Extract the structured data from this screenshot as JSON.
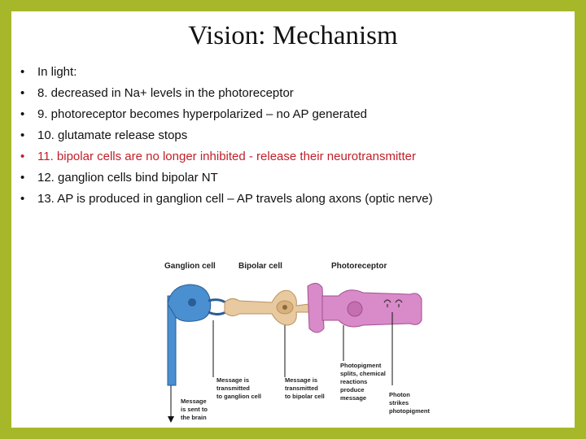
{
  "slide": {
    "title": "Vision: Mechanism",
    "bullets": [
      {
        "text": "In light:",
        "highlight": false
      },
      {
        "text": "8. decreased in Na+ levels in the photoreceptor",
        "highlight": false
      },
      {
        "text": "9. photoreceptor becomes hyperpolarized – no AP generated",
        "highlight": false
      },
      {
        "text": "10. glutamate release stops",
        "highlight": false
      },
      {
        "text": "11. bipolar cells are no longer inhibited - release their neurotransmitter",
        "highlight": true
      },
      {
        "text": "12. ganglion cells bind bipolar NT",
        "highlight": false
      },
      {
        "text": "13. AP is produced in ganglion cell – AP travels along axons (optic nerve)",
        "highlight": false
      }
    ],
    "bullet_glyph": "•",
    "highlight_color": "#c0202a",
    "background_color": "#a6b82a"
  },
  "diagram": {
    "headers": {
      "ganglion": "Ganglion cell",
      "bipolar": "Bipolar cell",
      "photoreceptor": "Photoreceptor"
    },
    "captions": {
      "brain": [
        "Message",
        "is sent to",
        "the brain"
      ],
      "to_ganglion": [
        "Message is",
        "transmitted",
        "to ganglion cell"
      ],
      "to_bipolar": [
        "Message is",
        "transmitted",
        "to bipolar cell"
      ],
      "photopigment": [
        "Photopigment",
        "splits, chemical",
        "reactions",
        "produce",
        "message"
      ],
      "photon": [
        "Photon",
        "strikes",
        "photopigment"
      ]
    },
    "colors": {
      "ganglion": "#4a8fd0",
      "bipolar": "#e8c9a0",
      "photoreceptor": "#d98ac8"
    }
  }
}
